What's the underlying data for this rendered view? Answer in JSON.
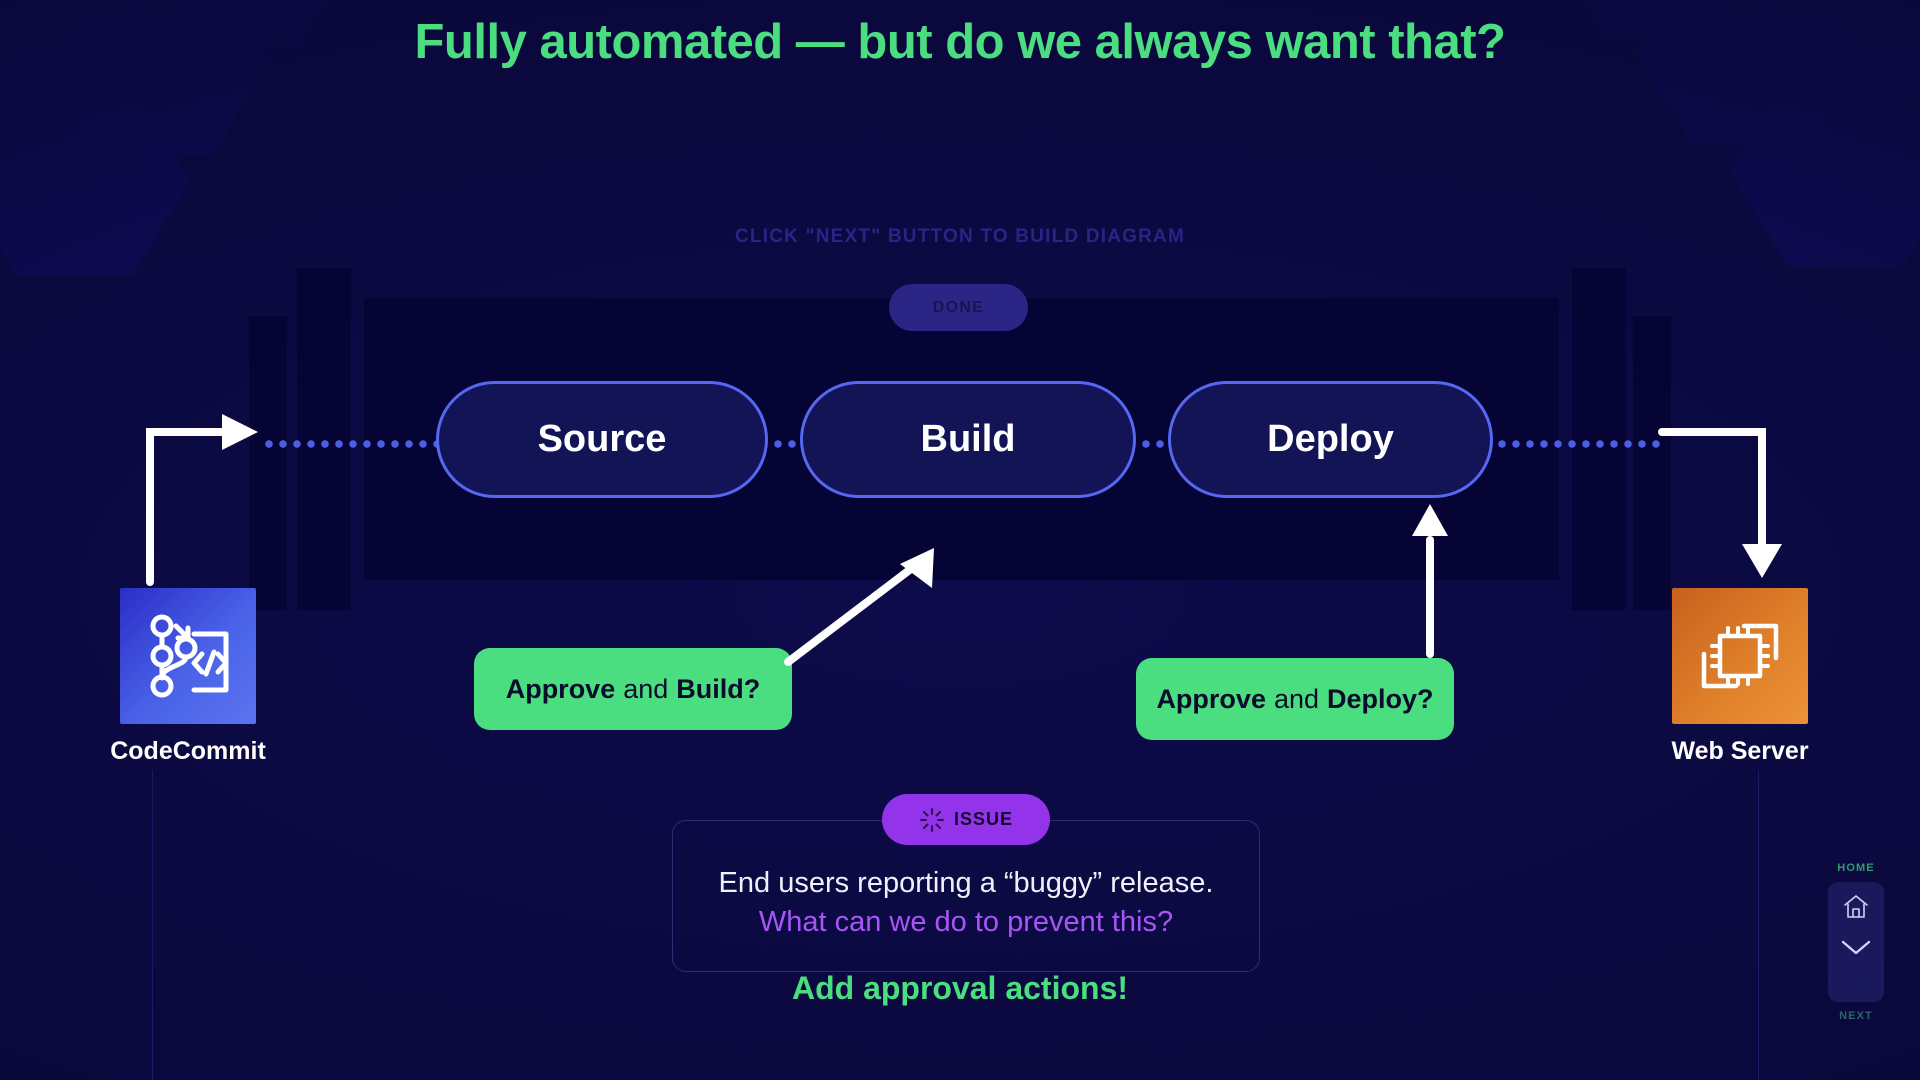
{
  "theme": {
    "bg": "#0d0b4a",
    "panel_bg": "#060435",
    "accent_green": "#4ade80",
    "accent_blue": "#5468f2",
    "accent_purple": "#9333ea",
    "dot_blue": "#4b5fe0",
    "hex_blue": "#1a12a6"
  },
  "header": {
    "title": "Fully automated — but do we always want that?"
  },
  "hint": {
    "text": "CLICK \"NEXT\" BUTTON TO BUILD DIAGRAM",
    "done_label": "DONE"
  },
  "pipeline": {
    "stages": [
      {
        "label": "Source"
      },
      {
        "label": "Build"
      },
      {
        "label": "Deploy"
      }
    ]
  },
  "services": [
    {
      "key": "codecommit",
      "label": "CodeCommit",
      "icon": "codecommit-icon"
    },
    {
      "key": "webserver",
      "label": "Web Server",
      "icon": "ec2-chip-icon"
    }
  ],
  "approvals": [
    {
      "key": "build",
      "strong1": "Approve",
      "mid": "and",
      "strong2": "Build?"
    },
    {
      "key": "deploy",
      "strong1": "Approve",
      "mid": "and",
      "strong2": "Deploy?"
    }
  ],
  "issue": {
    "badge_label": "ISSUE",
    "badge_icon": "spinner-icon",
    "line1": "End users reporting a “buggy” release.",
    "line2": "What can we do to prevent this?",
    "cta": "Add approval actions!"
  },
  "nav": {
    "home_label": "HOME",
    "next_label": "NEXT",
    "home_icon": "home-icon",
    "next_icon": "chevron-down-icon"
  }
}
